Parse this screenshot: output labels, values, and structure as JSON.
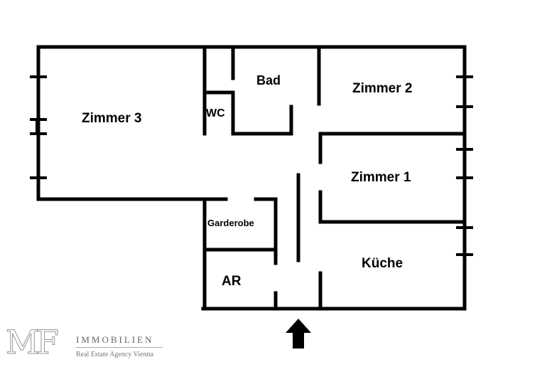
{
  "rooms": {
    "zimmer3": "Zimmer 3",
    "wc": "WC",
    "bad": "Bad",
    "zimmer2": "Zimmer 2",
    "zimmer1": "Zimmer 1",
    "garderobe": "Garderobe",
    "ar": "AR",
    "kueche": "Küche"
  },
  "logo": {
    "mark": "MF",
    "name": "IMMOBILIEN",
    "tagline": "Real Estate Agency Vienna"
  },
  "entrance_icon": "arrow-up-icon"
}
